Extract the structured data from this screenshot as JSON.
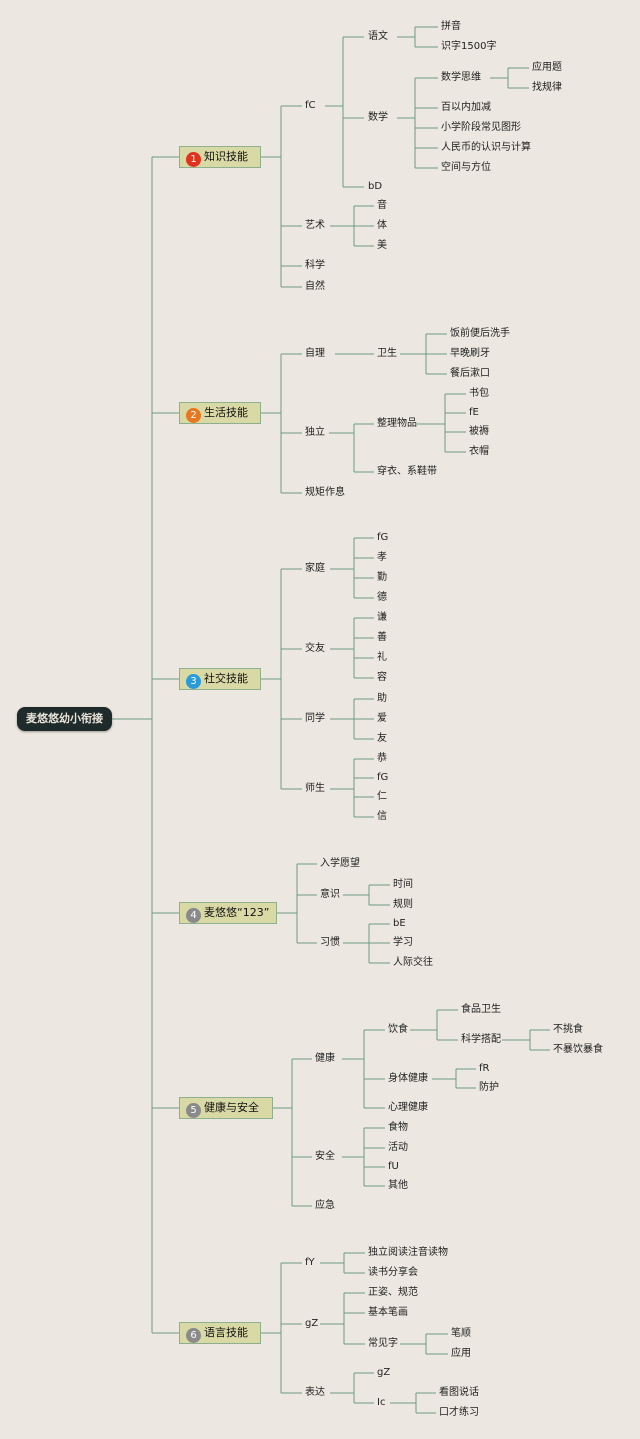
{
  "root": {
    "label": "麦悠悠幼小衔接"
  },
  "branches": [
    {
      "num": "1",
      "color": "#E0321E",
      "label": "知识技能"
    },
    {
      "num": "2",
      "color": "#E87722",
      "label": "生活技能"
    },
    {
      "num": "3",
      "color": "#2B9ADB",
      "label": "社交技能"
    },
    {
      "num": "4",
      "color": "#8A8A8A",
      "label": "麦悠悠“123”"
    },
    {
      "num": "5",
      "color": "#8A8A8A",
      "label": "健康与安全"
    },
    {
      "num": "6",
      "color": "#8A8A8A",
      "label": "语言技能"
    }
  ],
  "nodes": [
    "fC",
    "语文",
    "拼音",
    "识字1500字",
    "数学",
    "数学思维",
    "应用题",
    "找规律",
    "百以内加减",
    "小学阶段常见图形",
    "人民币的认识与计算",
    "空间与方位",
    "bD",
    "艺术",
    "音",
    "体",
    "美",
    "科学",
    "自然",
    "自理",
    "卫生",
    "饭前便后洗手",
    "早晚刷牙",
    "餐后漱口",
    "独立",
    "整理物品",
    "书包",
    "fE",
    "被褥",
    "衣帽",
    "穿衣、系鞋带",
    "规矩作息",
    "家庭",
    "fG",
    "孝",
    "勤",
    "德",
    "交友",
    "谦",
    "善",
    "礼",
    "容",
    "同学",
    "助",
    "爱",
    "友",
    "师生",
    "恭",
    "fG",
    "仁",
    "信",
    "入学愿望",
    "意识",
    "时间",
    "规则",
    "习惯",
    "bE",
    "学习",
    "人际交往",
    "健康",
    "饮食",
    "食品卫生",
    "科学搭配",
    "不挑食",
    "不暴饮暴食",
    "身体健康",
    "fR",
    "防护",
    "心理健康",
    "安全",
    "食物",
    "活动",
    "fU",
    "其他",
    "应急",
    "fY",
    "独立阅读注音读物",
    "读书分享会",
    "gZ",
    "正姿、规范",
    "基本笔画",
    "常见字",
    "笔顺",
    "应用",
    "表达",
    "gZ",
    "Ic",
    "看图说话",
    "口才练习"
  ],
  "colors": {
    "background": "#ECE8E1",
    "line": "#6E9A82",
    "root_bg": "#1F2A2A",
    "main_bg": "#D9D9A6"
  }
}
